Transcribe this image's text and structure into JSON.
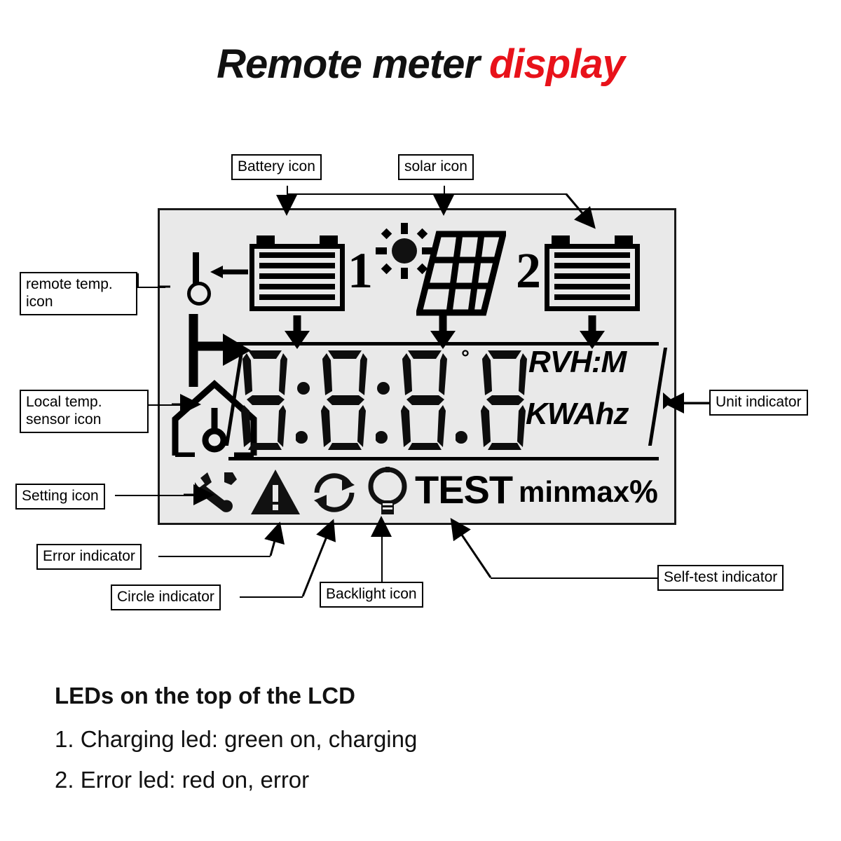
{
  "title": {
    "main": "Remote meter",
    "accent": "display",
    "accent_color": "#e8121a"
  },
  "panel": {
    "background_color": "#e9e9e9",
    "border_color": "#1a1a1a"
  },
  "callouts": [
    {
      "id": "battery-icon",
      "text": "Battery icon"
    },
    {
      "id": "solar-icon",
      "text": "solar icon"
    },
    {
      "id": "remote-temp-icon",
      "line1": "remote  temp.",
      "line2": "icon"
    },
    {
      "id": "local-temp-icon",
      "line1": "Local temp.",
      "line2": "sensor icon"
    },
    {
      "id": "setting-icon",
      "text": "Setting icon"
    },
    {
      "id": "error-indicator",
      "text": "Error indicator"
    },
    {
      "id": "circle-indicator",
      "text": "Circle indicator"
    },
    {
      "id": "backlight-icon",
      "text": "Backlight icon"
    },
    {
      "id": "self-test-indicator",
      "text": "Self-test indicator"
    },
    {
      "id": "unit-indicator",
      "text": "Unit indicator"
    }
  ],
  "lcd": {
    "battery_1_label": "1",
    "battery_2_label": "2",
    "digits": [
      "8",
      "8",
      "8",
      "8"
    ],
    "degree_symbol": "°",
    "units_line1": "RVH:M",
    "units_line2": "KWAhz",
    "status_text": "TEST",
    "min_label": "min",
    "max_label": "max",
    "percent_label": "%"
  },
  "footer": {
    "heading": "LEDs on the top of the LCD",
    "line1": "1. Charging led: green on, charging",
    "line2": "2. Error led: red on, error"
  }
}
